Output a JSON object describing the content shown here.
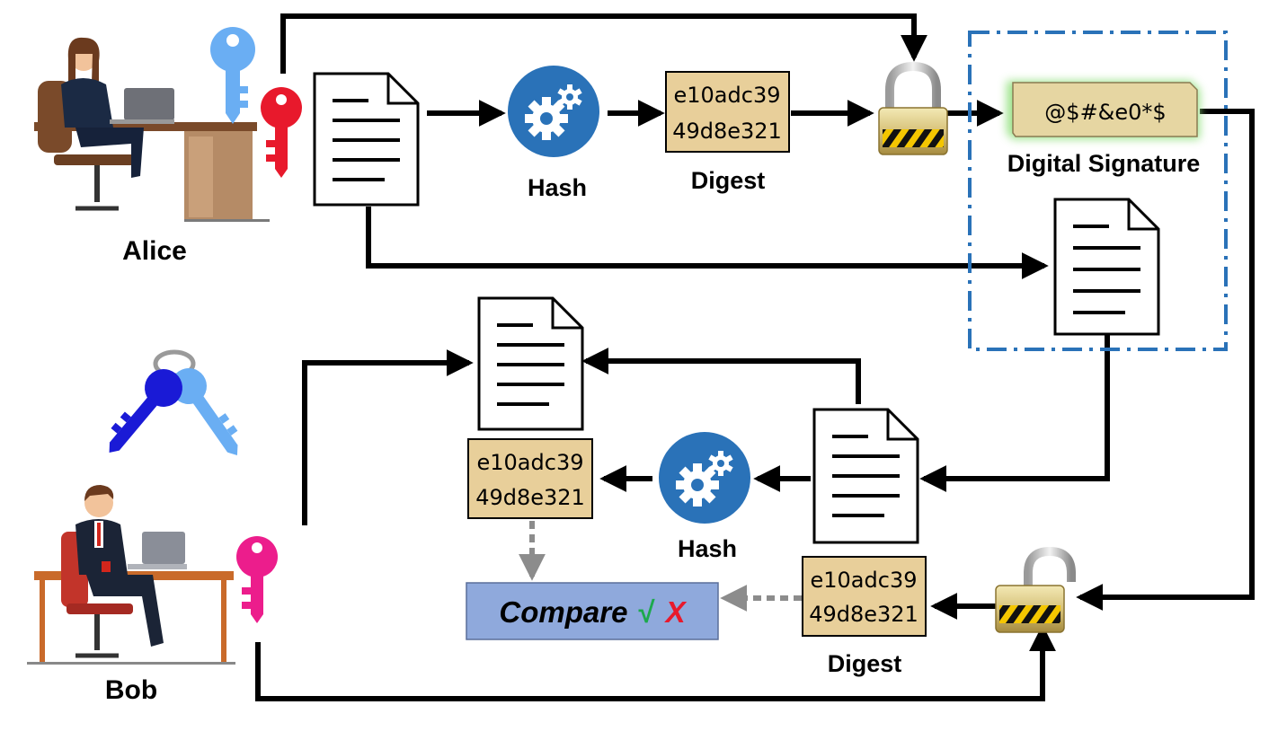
{
  "labels": {
    "alice": "Alice",
    "bob": "Bob",
    "hash_top": "Hash",
    "hash_bottom": "Hash",
    "digest_top": "Digest",
    "digest_bottom": "Digest",
    "digital_signature": "Digital Signature",
    "signature_value": "@$#&e0*$",
    "compare": "Compare",
    "check_mark": "√",
    "cross_mark": "X"
  },
  "digests": {
    "top": {
      "line1": "e10adc39",
      "line2": "49d8e321"
    },
    "bob_computed": {
      "line1": "e10adc39",
      "line2": "49d8e321"
    },
    "bob_decrypted": {
      "line1": "e10adc39",
      "line2": "49d8e321"
    }
  },
  "colors": {
    "alice_private_key": "#e8192c",
    "alice_public_key": "#6aaef3",
    "bob_keyring_dark": "#1a1ad6",
    "bob_keyring_light": "#6aaef3",
    "bob_key": "#ec1d8c",
    "hash_circle": "#2a72b8",
    "digest_fill": "#e8cf9a",
    "compare_fill": "#8fa9dc",
    "check": "#1ca94c",
    "cross": "#e8192c",
    "signature_glow": "#8fe07a",
    "dash_border": "#2a72b8",
    "dotted_arrow": "#8c8c8c"
  },
  "icons": [
    "key-icon",
    "document-icon",
    "gear-icon",
    "lock-icon",
    "unlock-icon",
    "person-icon"
  ]
}
